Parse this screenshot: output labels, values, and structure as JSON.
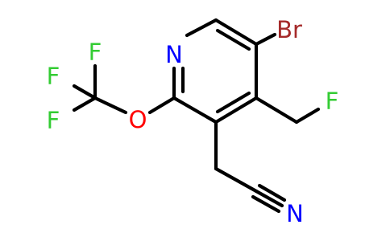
{
  "molecule": {
    "atoms": {
      "br": "Br",
      "n_ring": "N",
      "f_methyl": "F",
      "o": "O",
      "f1": "F",
      "f2": "F",
      "f3": "F",
      "n_nitrile": "N"
    },
    "colors": {
      "bond": "#000000",
      "br": "#a52a2a",
      "n": "#0000ff",
      "f": "#33cc33",
      "o": "#ff0000"
    }
  }
}
